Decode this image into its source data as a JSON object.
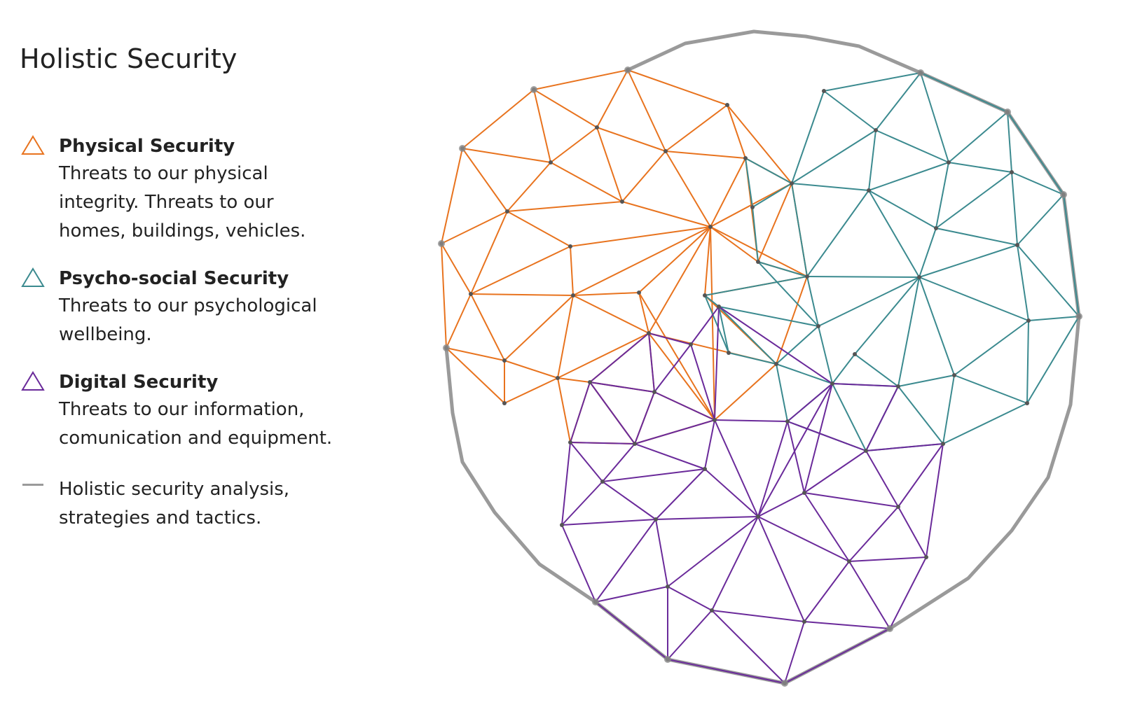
{
  "title": "Holistic Security",
  "legend": [
    {
      "label": "Physical Security",
      "description": "Threats to our physical\nintegrity. Threats to our\nhomes, buildings, vehicles.",
      "color": "#e8731e",
      "icon": "triangle-outline-icon"
    },
    {
      "label": "Psycho-social Security",
      "description": "Threats to our psychological\nwellbeing.",
      "color": "#3b8a8f",
      "icon": "triangle-outline-icon"
    },
    {
      "label": "Digital Security",
      "description": "Threats to our information,\ncomunication and equipment.",
      "color": "#6a2a9a",
      "icon": "triangle-outline-icon"
    },
    {
      "description": "Holistic security analysis,\nstrategies and tactics.",
      "color": "#9a9a9a",
      "icon": "line-icon"
    }
  ],
  "colors": {
    "physical": "#e8731e",
    "psychosocial": "#3b8a8f",
    "digital": "#6a2a9a",
    "holistic": "#9a9a9a"
  }
}
